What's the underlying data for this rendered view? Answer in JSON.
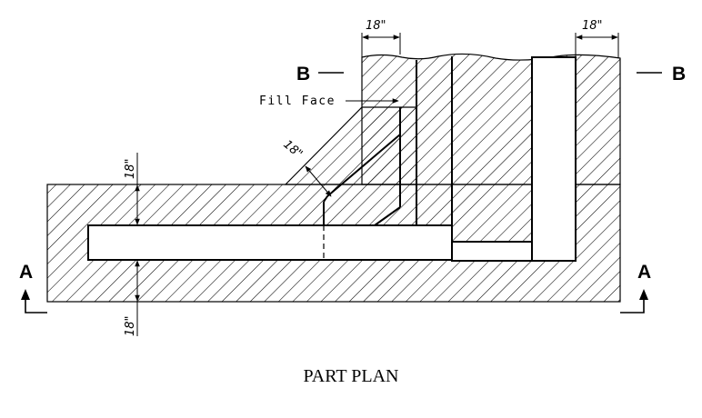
{
  "drawing": {
    "title": "PART PLAN",
    "fill_face_label": "Fill Face",
    "dimensions": {
      "top_left": "18\"",
      "top_right": "18\"",
      "diagonal": "18\"",
      "left_upper": "18\"",
      "left_lower": "18\""
    },
    "section_marks": {
      "b_left": "B",
      "b_right": "B",
      "a_left": "A",
      "a_right": "A"
    },
    "colors": {
      "line": "#000000",
      "background": "#ffffff"
    }
  }
}
